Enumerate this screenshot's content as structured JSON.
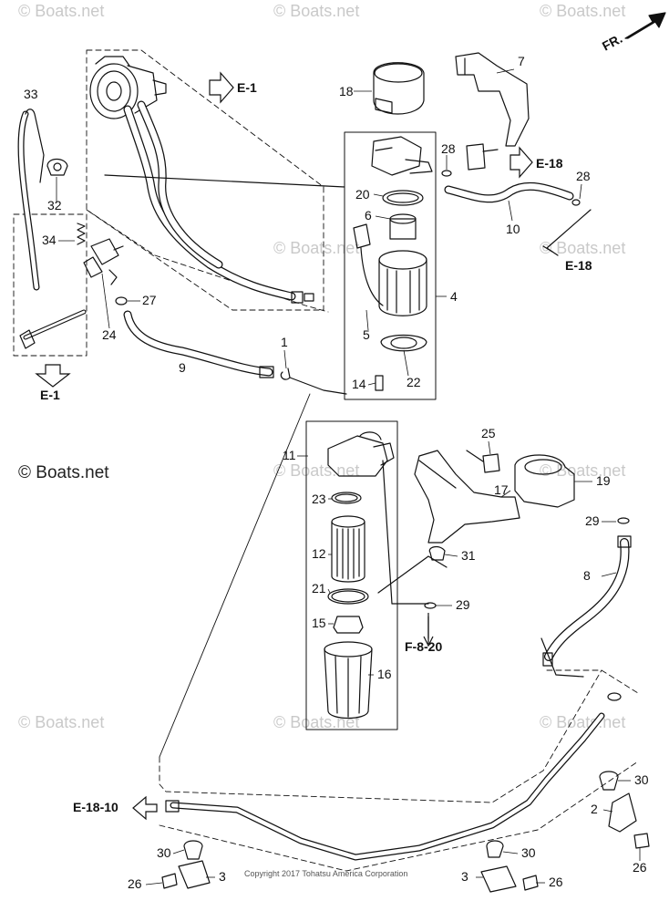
{
  "watermark": "© Boats.net",
  "watermark_main": "© Boats.net",
  "copyright": "Copyright 2017 Tohatsu America Corporation",
  "direction_label": "FR.",
  "refs": {
    "e1_top": "E-1",
    "e1_bottom": "E-1",
    "e18_a": "E-18",
    "e18_b": "E-18",
    "f820": "F-8-20",
    "e1810": "E-18-10"
  },
  "parts": {
    "p1": "1",
    "p2": "2",
    "p3a": "3",
    "p3b": "3",
    "p4": "4",
    "p5": "5",
    "p6": "6",
    "p7": "7",
    "p8": "8",
    "p9": "9",
    "p10": "10",
    "p11": "11",
    "p12": "12",
    "p14": "14",
    "p15": "15",
    "p16": "16",
    "p17": "17",
    "p18": "18",
    "p19": "19",
    "p20": "20",
    "p21": "21",
    "p22": "22",
    "p23": "23",
    "p24": "24",
    "p25": "25",
    "p26a": "26",
    "p26b": "26",
    "p26c": "26",
    "p27": "27",
    "p28a": "28",
    "p28b": "28",
    "p29a": "29",
    "p29b": "29",
    "p30a": "30",
    "p30b": "30",
    "p30c": "30",
    "p31": "31",
    "p32": "32",
    "p33": "33",
    "p34": "34"
  }
}
